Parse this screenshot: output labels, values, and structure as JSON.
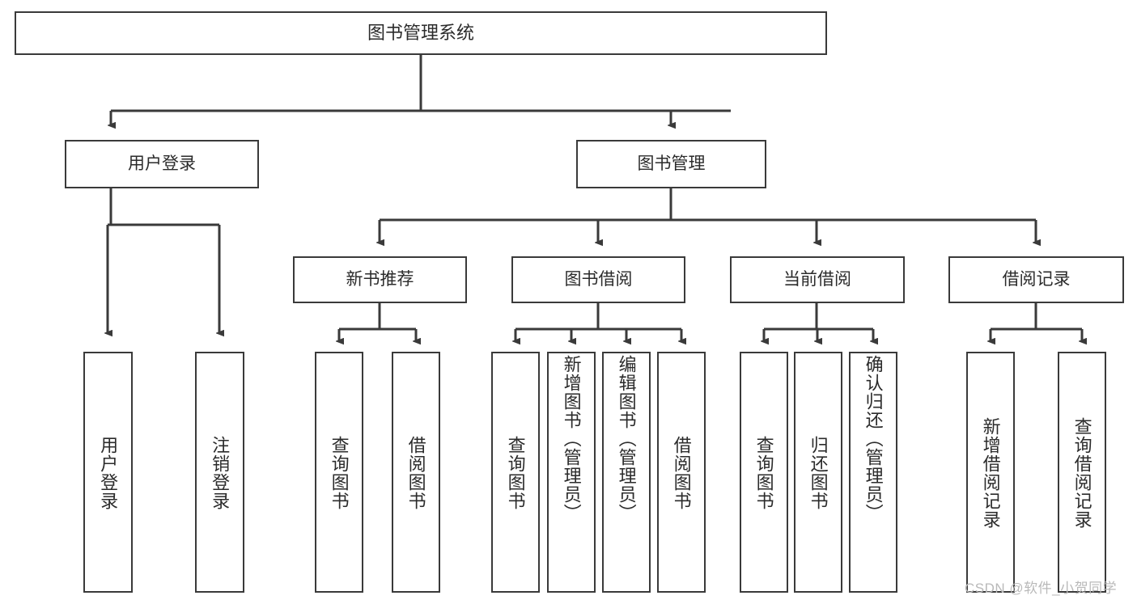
{
  "diagram": {
    "title": "图书管理系统",
    "type": "tree",
    "watermark": "CSDN @软件_小贺同学",
    "nodes": {
      "root": {
        "label": "图书管理系统"
      },
      "level2": [
        {
          "id": "user-login",
          "label": "用户登录"
        },
        {
          "id": "book-manage",
          "label": "图书管理"
        }
      ],
      "level3": [
        {
          "id": "new-book-rec",
          "label": "新书推荐"
        },
        {
          "id": "book-borrow",
          "label": "图书借阅"
        },
        {
          "id": "current-borrow",
          "label": "当前借阅"
        },
        {
          "id": "borrow-record",
          "label": "借阅记录"
        }
      ],
      "leaves": {
        "user-login": [
          {
            "id": "leaf-user-login",
            "label": "用户登录"
          },
          {
            "id": "leaf-logout-login",
            "label": "注销登录"
          }
        ],
        "new-book-rec": [
          {
            "id": "leaf-query-book-1",
            "label": "查询图书"
          },
          {
            "id": "leaf-borrow-book-1",
            "label": "借阅图书"
          }
        ],
        "book-borrow": [
          {
            "id": "leaf-query-book-2",
            "label": "查询图书"
          },
          {
            "id": "leaf-add-book",
            "label": "新增图书（管理员）"
          },
          {
            "id": "leaf-edit-book",
            "label": "编辑图书（管理员）"
          },
          {
            "id": "leaf-borrow-book-2",
            "label": "借阅图书"
          }
        ],
        "current-borrow": [
          {
            "id": "leaf-query-book-3",
            "label": "查询图书"
          },
          {
            "id": "leaf-return-book",
            "label": "归还图书"
          },
          {
            "id": "leaf-confirm-return",
            "label": "确认归还（管理员）"
          }
        ],
        "borrow-record": [
          {
            "id": "leaf-add-record",
            "label": "新增借阅记录"
          },
          {
            "id": "leaf-query-record",
            "label": "查询借阅记录"
          }
        ]
      }
    },
    "colors": {
      "stroke": "#3a3a3a",
      "fill": "#ffffff",
      "text": "#2b2b2b",
      "watermark": "#b9b9b9"
    }
  }
}
